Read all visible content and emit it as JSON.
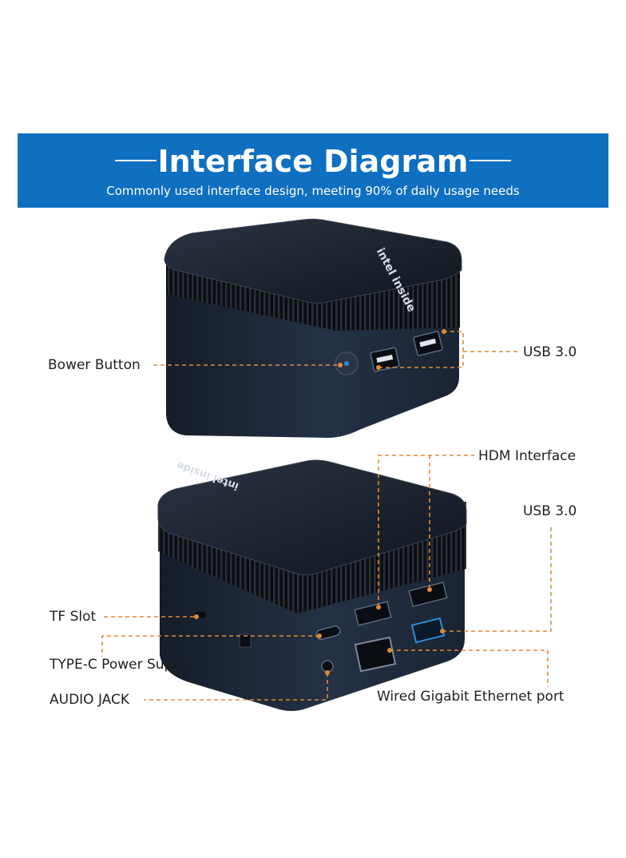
{
  "header": {
    "title": "Interface Diagram",
    "subtitle": "Commonly used interface design, meeting 90% of daily usage needs"
  },
  "labels": {
    "power_button": "Bower Button",
    "usb_top": "USB 3.0",
    "hdmi": "HDM Interface",
    "usb_bottom": "USB 3.0",
    "tf_slot": "TF Slot",
    "type_c": "TYPE-C Power Supply",
    "audio_jack": "AUDIO JACK",
    "ethernet": "Wired Gigabit Ethernet port"
  },
  "brand": {
    "logo_top": "intel inside",
    "logo_bottom": "intel inside"
  },
  "colors": {
    "banner": "#0f6fc0",
    "leader_line": "#e08a3a",
    "device_body": "#1f2a3a",
    "device_top": "#1c2430",
    "port_accent": "#2a8fd8"
  }
}
